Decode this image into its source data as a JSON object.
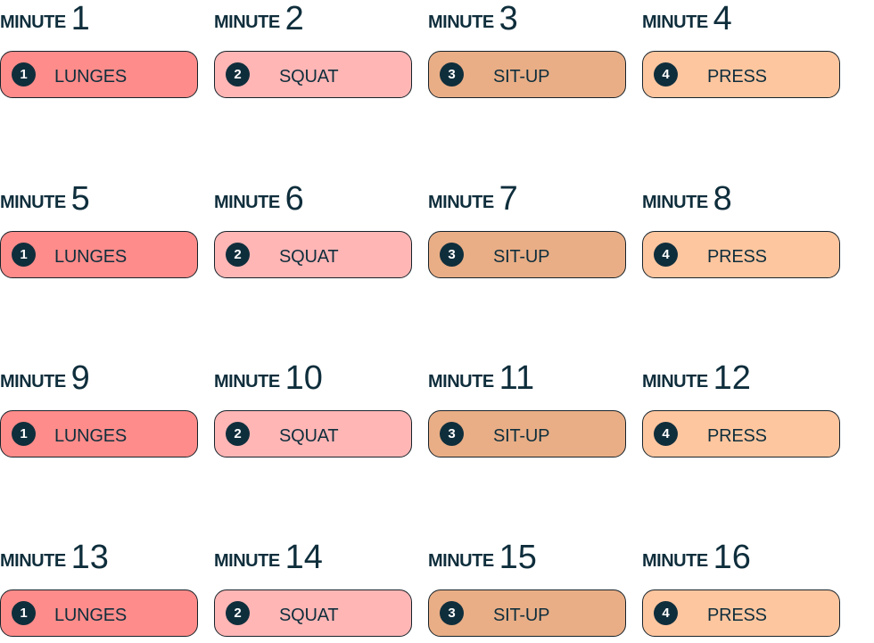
{
  "minute_word": "MINUTE",
  "colors": {
    "lunges": "#fe8c8a",
    "squat": "#ffb6b5",
    "situp": "#e9ae86",
    "press": "#fec69f",
    "text": "#0f2e3c",
    "badge": "#0f2e3c"
  },
  "exercises": [
    {
      "badge": "1",
      "name": "LUNGES"
    },
    {
      "badge": "2",
      "name": "SQUAT"
    },
    {
      "badge": "3",
      "name": "SIT-UP"
    },
    {
      "badge": "4",
      "name": "PRESS"
    }
  ],
  "minutes": [
    "1",
    "2",
    "3",
    "4",
    "5",
    "6",
    "7",
    "8",
    "9",
    "10",
    "11",
    "12",
    "13",
    "14",
    "15",
    "16"
  ]
}
